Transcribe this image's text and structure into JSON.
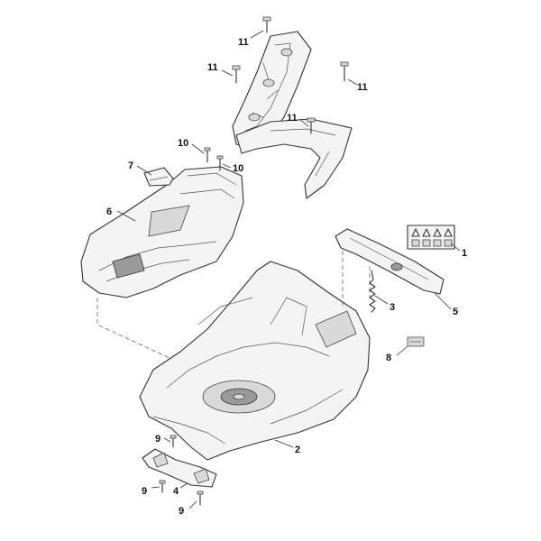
{
  "diagram": {
    "callouts": [
      {
        "id": "c1",
        "text": "1"
      },
      {
        "id": "c2",
        "text": "2"
      },
      {
        "id": "c3",
        "text": "3"
      },
      {
        "id": "c4",
        "text": "4"
      },
      {
        "id": "c5",
        "text": "5"
      },
      {
        "id": "c6",
        "text": "6"
      },
      {
        "id": "c7",
        "text": "7"
      },
      {
        "id": "c8",
        "text": "8"
      },
      {
        "id": "c9a",
        "text": "9"
      },
      {
        "id": "c9b",
        "text": "9"
      },
      {
        "id": "c9c",
        "text": "9"
      },
      {
        "id": "c10a",
        "text": "10"
      },
      {
        "id": "c10b",
        "text": "10"
      },
      {
        "id": "c11a",
        "text": "11"
      },
      {
        "id": "c11b",
        "text": "11"
      },
      {
        "id": "c11c",
        "text": "11"
      },
      {
        "id": "c11d",
        "text": "11"
      }
    ]
  }
}
